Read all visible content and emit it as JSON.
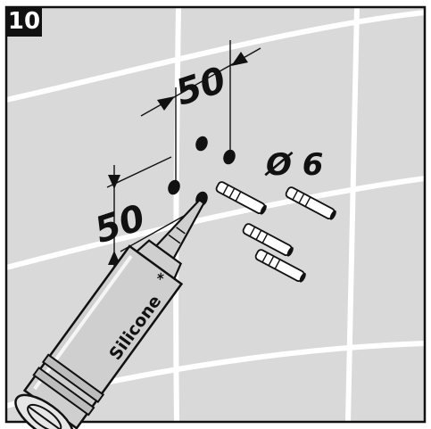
{
  "step": {
    "number": "10"
  },
  "dimensions": {
    "horizontal": "50",
    "vertical": "50"
  },
  "drill": {
    "diameter": "Ø 6"
  },
  "tube": {
    "label": "Silicone",
    "asterisk": "*"
  },
  "colors": {
    "tile": "#d9d9d9",
    "grout": "#ffffff",
    "ink": "#111111",
    "tube": "#cfcfcf"
  },
  "icons": [
    "drill-hole-icon",
    "wall-plug-icon",
    "silicone-tube-icon"
  ]
}
